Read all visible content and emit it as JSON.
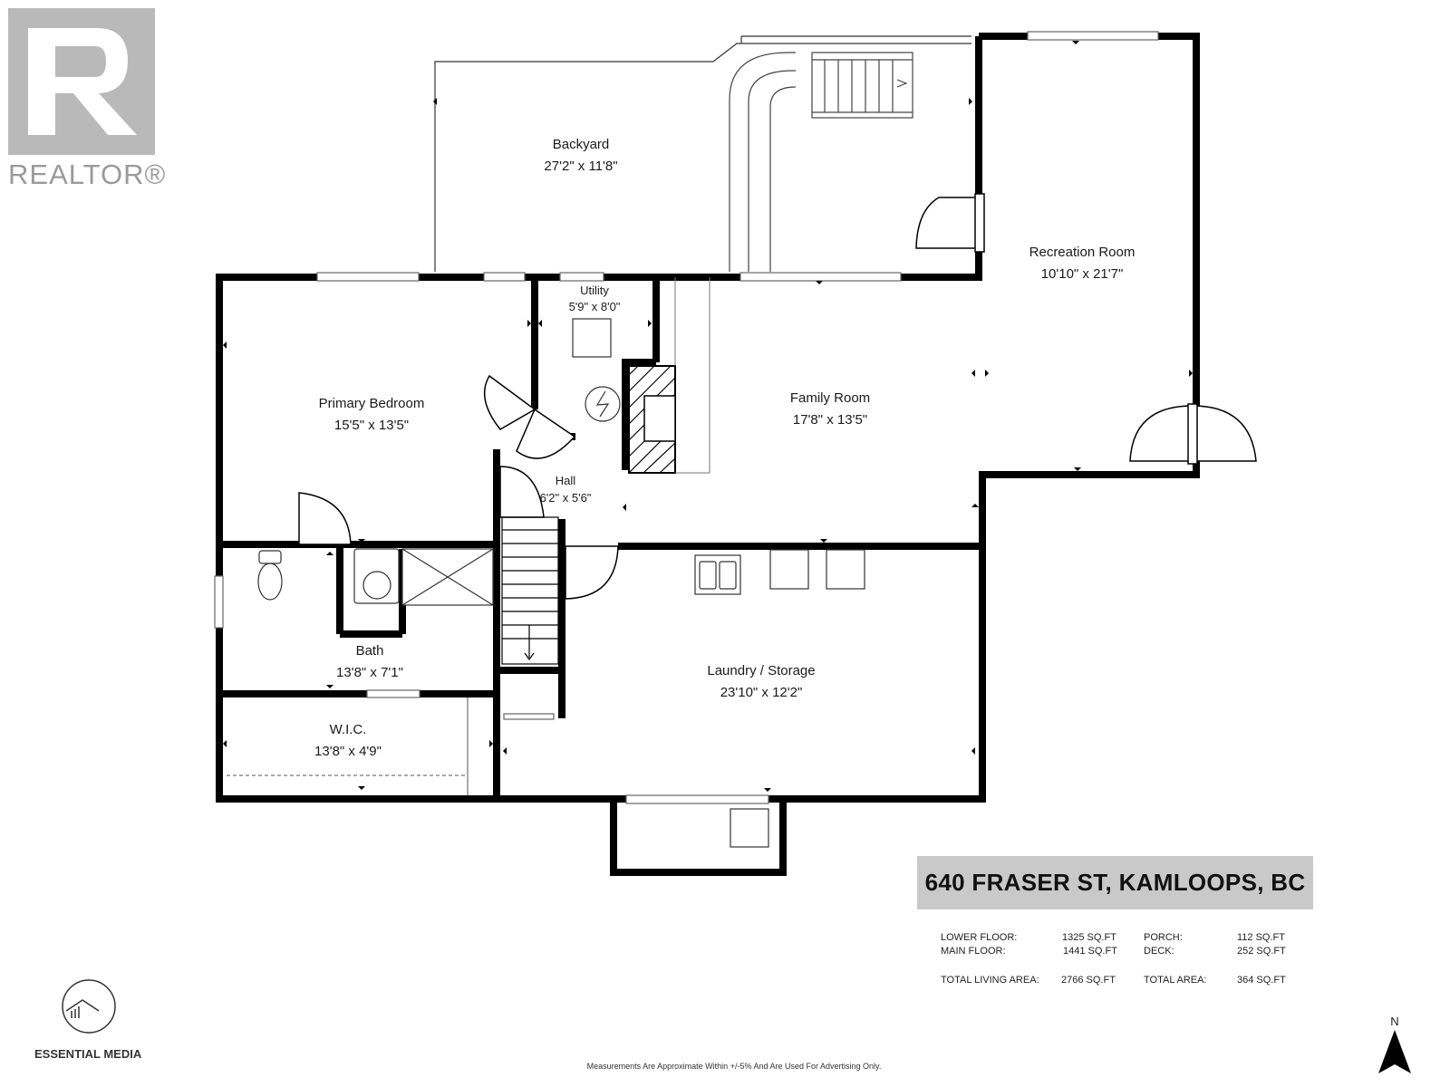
{
  "brand": {
    "realtor_wordmark": "REALTOR®",
    "photographer": "ESSENTIAL MEDIA"
  },
  "rooms": {
    "backyard": {
      "name": "Backyard",
      "size": "27'2\" x 11'8\""
    },
    "recreation_room": {
      "name": "Recreation Room",
      "size": "10'10\" x 21'7\""
    },
    "utility": {
      "name": "Utility",
      "size": "5'9\" x 8'0\""
    },
    "primary_bedroom": {
      "name": "Primary Bedroom",
      "size": "15'5\" x 13'5\""
    },
    "family_room": {
      "name": "Family Room",
      "size": "17'8\" x 13'5\""
    },
    "hall": {
      "name": "Hall",
      "size": "6'2\" x 5'6\""
    },
    "bath": {
      "name": "Bath",
      "size": "13'8\" x 7'1\""
    },
    "laundry_storage": {
      "name": "Laundry / Storage",
      "size": "23'10\" x 12'2\""
    },
    "wic": {
      "name": "W.I.C.",
      "size": "13'8\" x 4'9\""
    }
  },
  "address": "640 FRASER ST, KAMLOOPS, BC",
  "areas": {
    "lower_floor": {
      "label": "LOWER FLOOR:",
      "value": "1325 SQ.FT"
    },
    "main_floor": {
      "label": "MAIN FLOOR:",
      "value": "1441 SQ.FT"
    },
    "total_living": {
      "label": "TOTAL LIVING AREA:",
      "value": "2766 SQ.FT"
    },
    "porch": {
      "label": "PORCH:",
      "value": "112 SQ.FT"
    },
    "deck": {
      "label": "DECK:",
      "value": "252 SQ.FT"
    },
    "total_area": {
      "label": "TOTAL AREA:",
      "value": "364 SQ.FT"
    }
  },
  "disclaimer": "Measurements Are Approximate Within +/-5% And Are Used For Advertising Only.",
  "compass": {
    "label": "N"
  },
  "colors": {
    "wall": "#000000",
    "address_bar": "#c9c9c9",
    "logo_gray": "#b9b9b9"
  }
}
